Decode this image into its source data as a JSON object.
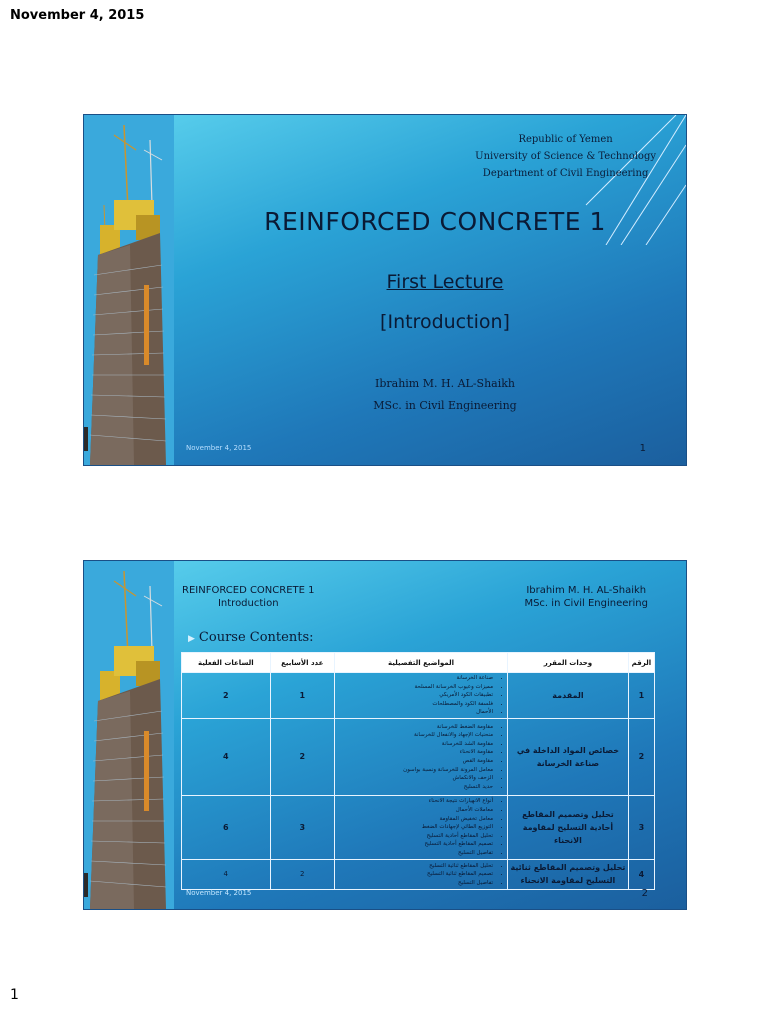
{
  "page": {
    "date": "November 4, 2015",
    "page_number": "1"
  },
  "slide1": {
    "header": [
      "Republic of Yemen",
      "University of Science & Technology",
      "Department of Civil Engineering"
    ],
    "title": "REINFORCED CONCRETE 1",
    "subtitle1": "First Lecture",
    "subtitle2": "[Introduction]",
    "author": "Ibrahim M. H. AL-Shaikh",
    "degree": "MSc. in Civil Engineering",
    "footer_date": "November 4, 2015",
    "slide_number": "1"
  },
  "slide2": {
    "title": "REINFORCED CONCRETE 1",
    "subtitle": "Introduction",
    "author": "Ibrahim M. H. AL-Shaikh",
    "degree": "MSc. in Civil Engineering",
    "heading": "Course Contents:",
    "table": {
      "headers": [
        "الرقم",
        "وحدات المقرر",
        "المواضيع التفصيلية",
        "عدد الأسابيع",
        "الساعات الفعلية"
      ],
      "rows": [
        {
          "num": "1",
          "unit": "المقدمة",
          "topics": [
            "صناعة الخرسانة",
            "مميزات وعيوب الخرسانة المسلحة",
            "تطبيقات الكود الأمريكي",
            "فلسفة الكود والمصطلحات",
            "الأحمال"
          ],
          "weeks": "1",
          "hours": "2"
        },
        {
          "num": "2",
          "unit": "خصائص المواد الداخلة في صناعة الخرسانة",
          "topics": [
            "مقاومة الضغط للخرسانة",
            "منحنيات الإجهاد والانفعال للخرسانة",
            "مقاومة الشد للخرسانة",
            "مقاومة الانحناء",
            "مقاومة القص",
            "معامل المرونة للخرسانة ونسبة بواسون",
            "الزحف والانكماش",
            "حديد التسليح"
          ],
          "weeks": "2",
          "hours": "4"
        },
        {
          "num": "3",
          "unit": "تحليل وتصميم المقاطع أحادية التسليح لمقاومة الانحناء",
          "topics": [
            "أنواع الانهيارات نتيجة الانحناء",
            "معاملات الأحمال",
            "معامل تخفيض المقاومة",
            "التوزيع الطائي لإجهادات الضغط",
            "تحليل المقاطع أحادية التسليح",
            "تصميم المقاطع أحادية التسليح",
            "تفاصيل التسليح"
          ],
          "weeks": "3",
          "hours": "6"
        },
        {
          "num": "4",
          "unit": "تحليل وتصميم المقاطع ثنائية التسليح لمقاومة الانحناء",
          "topics": [
            "تحليل المقاطع ثنائية التسليح",
            "تصميم المقاطع ثنائية التسليح",
            "تفاصيل التسليح"
          ],
          "weeks": "2",
          "hours": "4"
        }
      ]
    },
    "footer_date": "November 4, 2015",
    "slide_number": "2"
  },
  "colors": {
    "slide_top": "#5fd4ef",
    "slide_bottom": "#1b5f9e",
    "text_dark": "#0a1a35",
    "table_border": "#e8f4ff"
  }
}
